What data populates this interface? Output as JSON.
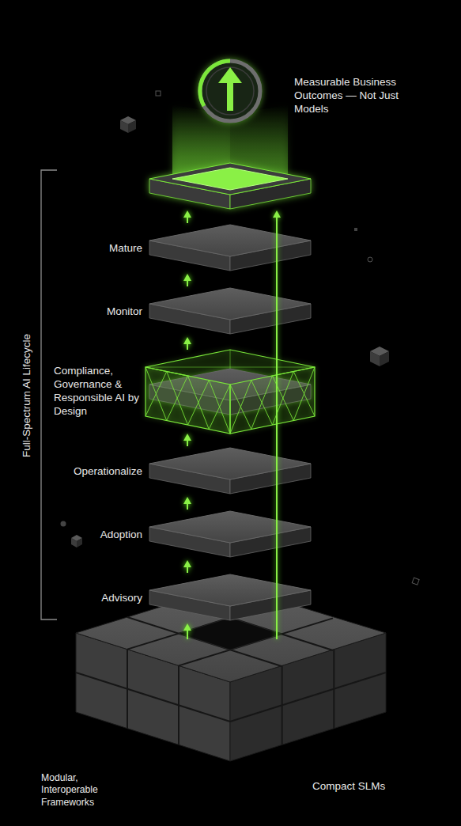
{
  "diagram": {
    "nodes": [
      {
        "text": [
          "Measurable Business Outcomes — Not Just Models"
        ]
      },
      {
        "text": [
          "Mature"
        ]
      },
      {
        "text": [
          "Monitor"
        ]
      },
      {
        "text": [
          "Compliance, Governance & Responsible AI by Design"
        ]
      },
      {
        "text": [
          "Operationalize"
        ]
      },
      {
        "text": [
          "Adoption"
        ]
      },
      {
        "text": [
          "Advisory"
        ]
      },
      {
        "text": [
          "Modular, Interoperable Frameworks",
          "Compact SLMs"
        ]
      }
    ],
    "edges": [
      {
        "from": 7,
        "to": 6,
        "arrow": "to"
      },
      {
        "from": 6,
        "to": 5,
        "arrow": "to"
      },
      {
        "from": 5,
        "to": 4,
        "arrow": "to"
      },
      {
        "from": 4,
        "to": 3,
        "arrow": "to"
      },
      {
        "from": 3,
        "to": 2,
        "arrow": "to"
      },
      {
        "from": 2,
        "to": 1,
        "arrow": "to"
      },
      {
        "from": 1,
        "to": 0,
        "arrow": "to"
      },
      {
        "from": 7,
        "to": 0,
        "arrow": "to"
      }
    ],
    "labels": [
      "Full-Spectrum AI Lifecycle"
    ]
  }
}
